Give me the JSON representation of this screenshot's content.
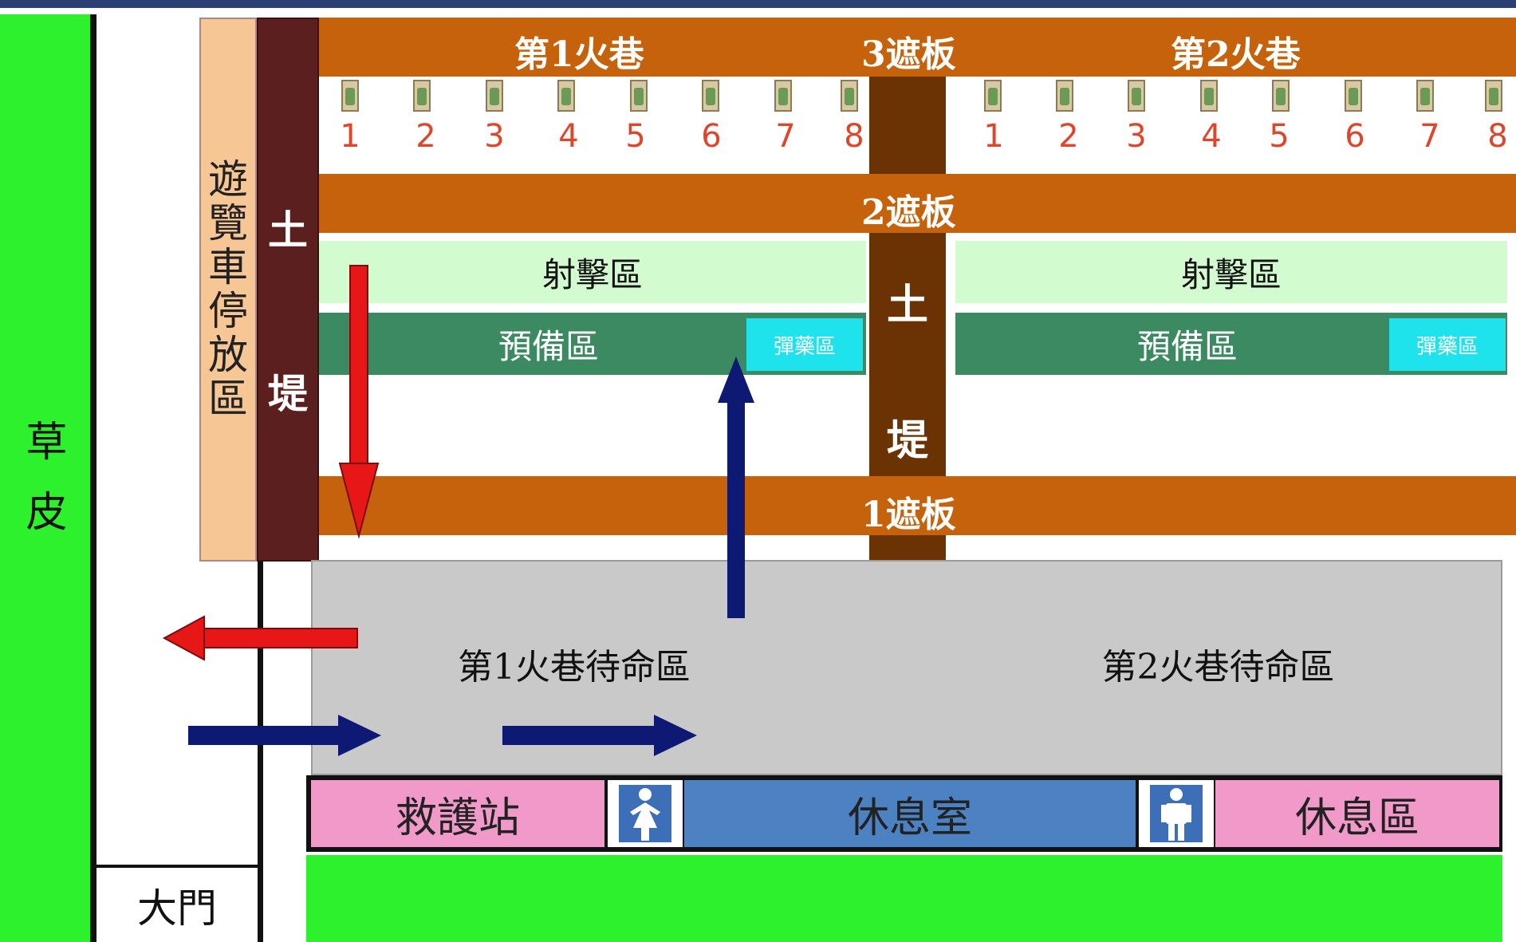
{
  "colors": {
    "grass": "#2df12d",
    "berm": "#5b1f1f",
    "berm_middle": "#6b3304",
    "baffle": "#c5620b",
    "firing_zone": "#d3fbd0",
    "ready_zone": "#3b8a62",
    "ammo": "#1ee3ec",
    "staging": "#c9c9c9",
    "first_aid": "#f19ac9",
    "lounge": "#4c81c2",
    "parking": "#f7c695",
    "arrow_red": "#e81717",
    "arrow_blue": "#0d1973",
    "frame": "#2c3f74"
  },
  "left": {
    "grass_label": [
      "草",
      "皮"
    ],
    "parking_label": [
      "遊",
      "覽",
      "車",
      "停",
      "放",
      "區"
    ],
    "berm_label": [
      "土",
      "堤"
    ],
    "gate_label": "大門"
  },
  "baffles": {
    "top": "3遮板",
    "middle": "2遮板",
    "bottom": "1遮板"
  },
  "lanes": {
    "lane1_title": "第1火巷",
    "lane2_title": "第2火巷",
    "lane1_targets": [
      "1",
      "2",
      "3",
      "4",
      "5",
      "6",
      "7",
      "8"
    ],
    "lane2_targets": [
      "1",
      "2",
      "3",
      "4",
      "5",
      "6",
      "7",
      "8"
    ]
  },
  "center_berm_label": [
    "土",
    "堤"
  ],
  "zones": {
    "firing": "射擊區",
    "ready": "預備區",
    "ammo": "彈藥區"
  },
  "staging": {
    "lane1_wait": "第1火巷待命區",
    "lane2_wait": "第2火巷待命區"
  },
  "bottom": {
    "first_aid": "救護站",
    "restroom": "休息室",
    "rest_area": "休息區",
    "female_icon": "woman-icon",
    "male_icon": "man-icon"
  }
}
